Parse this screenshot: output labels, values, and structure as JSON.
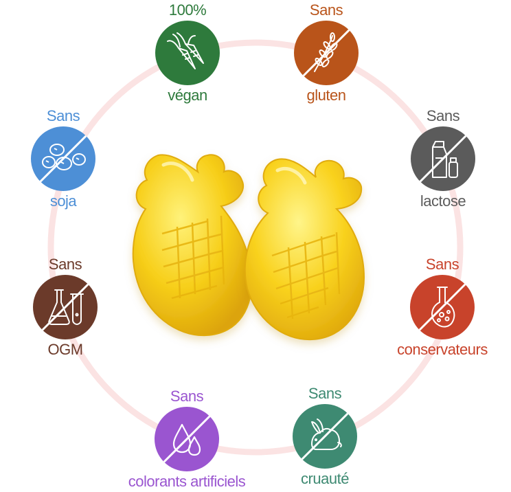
{
  "badges": [
    {
      "id": "vegan",
      "top": "100%",
      "bottom": "végan",
      "color": "#2e7a3c",
      "icon": "carrot-icon",
      "crossed": false
    },
    {
      "id": "gluten",
      "top": "Sans",
      "bottom": "gluten",
      "color": "#b9541a",
      "icon": "wheat-icon",
      "crossed": true
    },
    {
      "id": "lactose",
      "top": "Sans",
      "bottom": "lactose",
      "color": "#5b5b5b",
      "icon": "milk-carton-icon",
      "crossed": true
    },
    {
      "id": "conservateurs",
      "top": "Sans",
      "bottom": "conservateurs",
      "color": "#c8432b",
      "icon": "flask-icon",
      "crossed": true
    },
    {
      "id": "cruaute",
      "top": "Sans",
      "bottom": "cruauté",
      "color": "#3e8a72",
      "icon": "rabbit-icon",
      "crossed": true
    },
    {
      "id": "colorants",
      "top": "Sans",
      "bottom": "colorants artificiels",
      "color": "#9a55d0",
      "icon": "drops-icon",
      "crossed": true
    },
    {
      "id": "ogm",
      "top": "Sans",
      "bottom": "OGM",
      "color": "#6b3a2a",
      "icon": "lab-glassware-icon",
      "crossed": true
    },
    {
      "id": "soja",
      "top": "Sans",
      "bottom": "soja",
      "color": "#4d8fd6",
      "icon": "soybeans-icon",
      "crossed": true
    }
  ],
  "colors": {
    "ring": "#fbe3e3",
    "gummy_light": "#fff27a",
    "gummy_main": "#f7cf1a",
    "gummy_dark": "#dca40a"
  }
}
